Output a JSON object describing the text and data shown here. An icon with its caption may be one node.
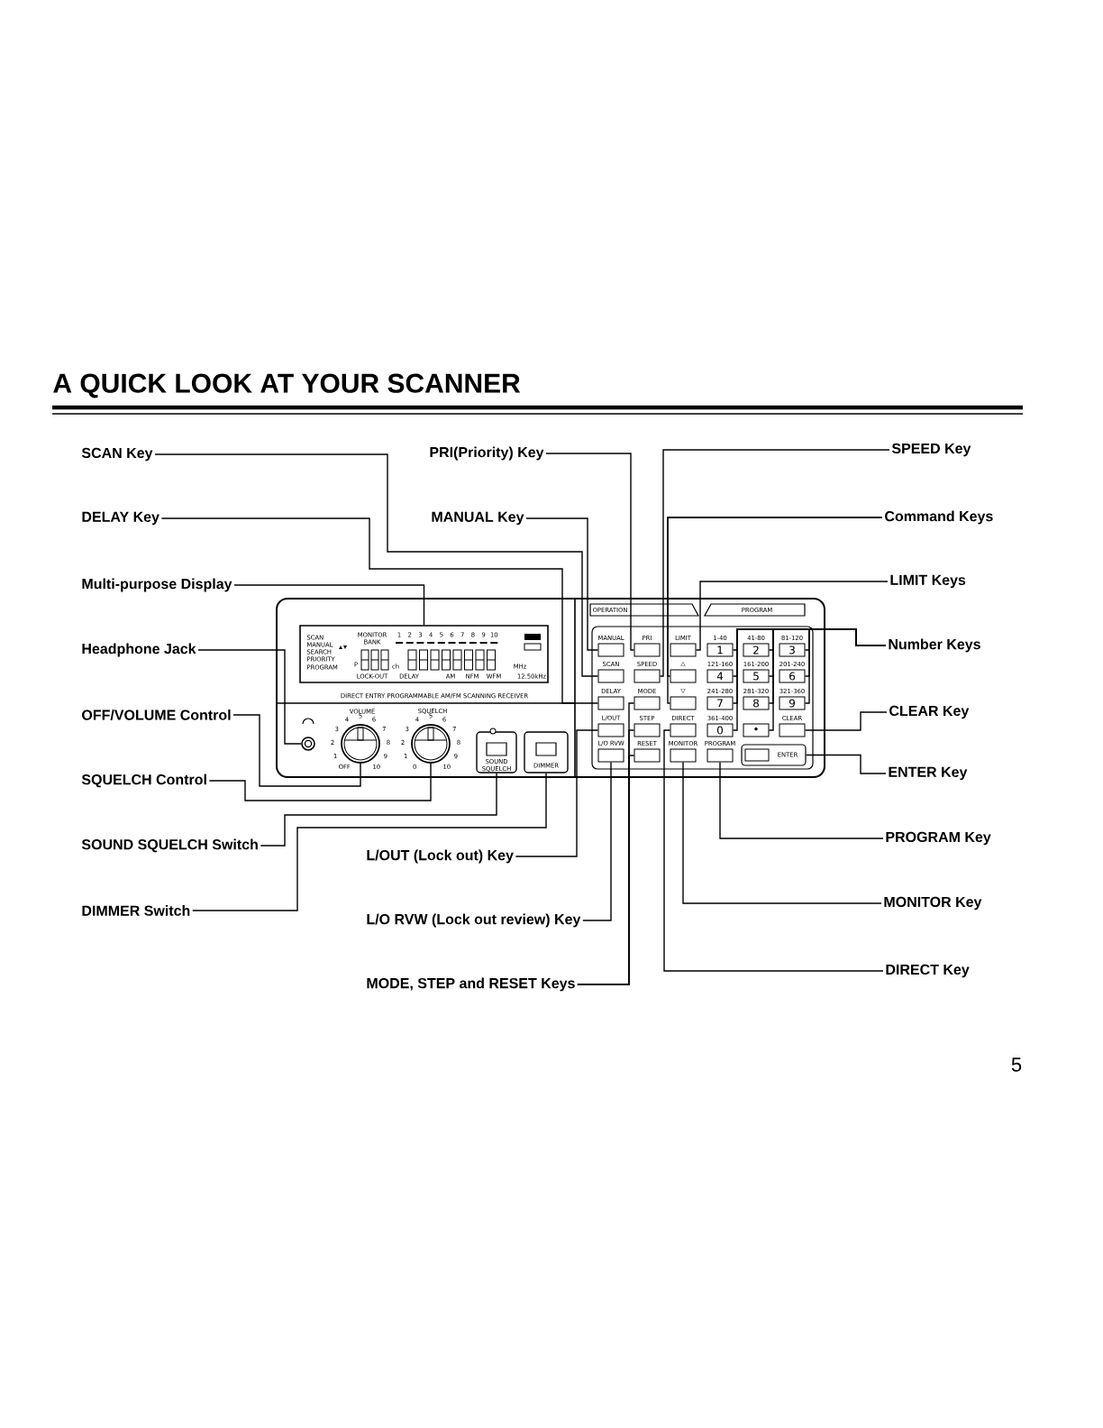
{
  "diagram": {
    "title": "A QUICK LOOK AT YOUR SCANNER",
    "nodes": [
      {
        "text": [
          "SCAN Key"
        ]
      },
      {
        "text": [
          "PRI(Priority) Key"
        ]
      },
      {
        "text": [
          "SPEED Key"
        ]
      },
      {
        "text": [
          "DELAY Key"
        ]
      },
      {
        "text": [
          "MANUAL Key"
        ]
      },
      {
        "text": [
          "Command Keys"
        ]
      },
      {
        "text": [
          "Multi-purpose Display"
        ]
      },
      {
        "text": [
          "LIMIT Keys"
        ]
      },
      {
        "text": [
          "Headphone Jack"
        ]
      },
      {
        "text": [
          "Number Keys"
        ]
      },
      {
        "text": [
          "OFF/VOLUME Control"
        ]
      },
      {
        "text": [
          "CLEAR Key"
        ]
      },
      {
        "text": [
          "SQUELCH Control"
        ]
      },
      {
        "text": [
          "ENTER Key"
        ]
      },
      {
        "text": [
          "SOUND SQUELCH Switch"
        ]
      },
      {
        "text": [
          "PROGRAM Key"
        ]
      },
      {
        "text": [
          "L/OUT (Lock out) Key"
        ]
      },
      {
        "text": [
          "MONITOR Key"
        ]
      },
      {
        "text": [
          "DIMMER Switch"
        ]
      },
      {
        "text": [
          "L/O RVW (Lock out review) Key"
        ]
      },
      {
        "text": [
          "DIRECT Key"
        ]
      },
      {
        "text": [
          "MODE, STEP and RESET Keys"
        ]
      },
      {
        "text": [
          "SCAN",
          "MANUAL",
          "SEARCH",
          "PRIORITY",
          "PROGRAM",
          "MONITOR",
          "1",
          "2",
          "3",
          "4",
          "5",
          "6",
          "7",
          "8",
          "9",
          "10",
          "BANK",
          "P",
          "ch",
          "MHz",
          "LOCK-OUT",
          "DELAY",
          "AM",
          "NFM",
          "WFM",
          "12.50kHz"
        ]
      },
      {
        "text": [],
        "shape": "circle"
      },
      {
        "text": [
          "VOLUME"
        ],
        "beside": [
          "OFF",
          "1",
          "2",
          "3",
          "4",
          "5",
          "6",
          "7",
          "8",
          "9",
          "10"
        ]
      },
      {
        "text": [
          "SQUELCH"
        ],
        "beside": [
          "0",
          "1",
          "2",
          "3",
          "4",
          "5",
          "6",
          "7",
          "8",
          "9",
          "10"
        ]
      },
      {
        "text": [
          "SOUND SQUELCH"
        ]
      },
      {
        "text": [
          "DIMMER"
        ]
      },
      {
        "text": [
          "OPERATION"
        ]
      },
      {
        "text": [
          "PROGRAM"
        ]
      },
      {
        "text": [
          "MANUAL"
        ]
      },
      {
        "text": [
          "PRI"
        ]
      },
      {
        "text": [
          "LIMIT"
        ]
      },
      {
        "text": [
          "1-40",
          "1"
        ]
      },
      {
        "text": [
          "41-80",
          "2"
        ]
      },
      {
        "text": [
          "81-120",
          "3"
        ]
      },
      {
        "text": [
          "SCAN"
        ]
      },
      {
        "text": [
          "SPEED"
        ]
      },
      {
        "text": [
          "△"
        ]
      },
      {
        "text": [
          "121-160",
          "4"
        ]
      },
      {
        "text": [
          "161-200",
          "5"
        ]
      },
      {
        "text": [
          "201-240",
          "6"
        ]
      },
      {
        "text": [
          "DELAY"
        ]
      },
      {
        "text": [
          "MODE"
        ]
      },
      {
        "text": [
          "▽"
        ]
      },
      {
        "text": [
          "241-280",
          "7"
        ]
      },
      {
        "text": [
          "281-320",
          "8"
        ]
      },
      {
        "text": [
          "321-360",
          "9"
        ]
      },
      {
        "text": [
          "L/OUT"
        ]
      },
      {
        "text": [
          "STEP"
        ]
      },
      {
        "text": [
          "DIRECT"
        ]
      },
      {
        "text": [
          "361-400",
          "0"
        ]
      },
      {
        "text": [
          "•"
        ]
      },
      {
        "text": [
          "CLEAR"
        ]
      },
      {
        "text": [
          "L/O RVW"
        ]
      },
      {
        "text": [
          "RESET"
        ]
      },
      {
        "text": [
          "MONITOR"
        ]
      },
      {
        "text": [
          "PROGRAM"
        ]
      },
      {
        "text": [
          "ENTER"
        ]
      }
    ],
    "edges": [
      {
        "from": 0,
        "to": 36,
        "arrow": "none"
      },
      {
        "from": 1,
        "to": 31,
        "arrow": "none"
      },
      {
        "from": 2,
        "to": 37,
        "arrow": "none"
      },
      {
        "from": 3,
        "to": 42,
        "arrow": "none"
      },
      {
        "from": 4,
        "to": 30,
        "arrow": "none"
      },
      {
        "from": 5,
        "to": 38,
        "arrow": "none"
      },
      {
        "from": 5,
        "to": 44,
        "arrow": "none"
      },
      {
        "from": 6,
        "to": 22,
        "arrow": "none"
      },
      {
        "from": 7,
        "to": 32,
        "arrow": "none"
      },
      {
        "from": 8,
        "to": 23,
        "arrow": "none"
      },
      {
        "from": 9,
        "to": 33,
        "arrow": "none"
      },
      {
        "from": 9,
        "to": 34,
        "arrow": "none"
      },
      {
        "from": 9,
        "to": 35,
        "arrow": "none"
      },
      {
        "from": 9,
        "to": 39,
        "arrow": "none"
      },
      {
        "from": 9,
        "to": 40,
        "arrow": "none"
      },
      {
        "from": 9,
        "to": 41,
        "arrow": "none"
      },
      {
        "from": 9,
        "to": 45,
        "arrow": "none"
      },
      {
        "from": 9,
        "to": 46,
        "arrow": "none"
      },
      {
        "from": 9,
        "to": 47,
        "arrow": "none"
      },
      {
        "from": 9,
        "to": 51,
        "arrow": "none"
      },
      {
        "from": 9,
        "to": 52,
        "arrow": "none"
      },
      {
        "from": 10,
        "to": 24,
        "arrow": "none"
      },
      {
        "from": 11,
        "to": 53,
        "arrow": "none"
      },
      {
        "from": 12,
        "to": 25,
        "arrow": "none"
      },
      {
        "from": 13,
        "to": 58,
        "arrow": "none"
      },
      {
        "from": 14,
        "to": 26,
        "arrow": "none"
      },
      {
        "from": 15,
        "to": 57,
        "arrow": "none"
      },
      {
        "from": 16,
        "to": 48,
        "arrow": "none"
      },
      {
        "from": 17,
        "to": 56,
        "arrow": "none"
      },
      {
        "from": 18,
        "to": 27,
        "arrow": "none"
      },
      {
        "from": 19,
        "to": 54,
        "arrow": "none"
      },
      {
        "from": 20,
        "to": 50,
        "arrow": "none"
      },
      {
        "from": 21,
        "to": 43,
        "arrow": "none"
      },
      {
        "from": 21,
        "to": 49,
        "arrow": "none"
      },
      {
        "from": 21,
        "to": 55,
        "arrow": "none"
      }
    ],
    "labels": [
      "DIRECT ENTRY PROGRAMMABLE AM/FM SCANNING RECEIVER",
      "5"
    ]
  }
}
